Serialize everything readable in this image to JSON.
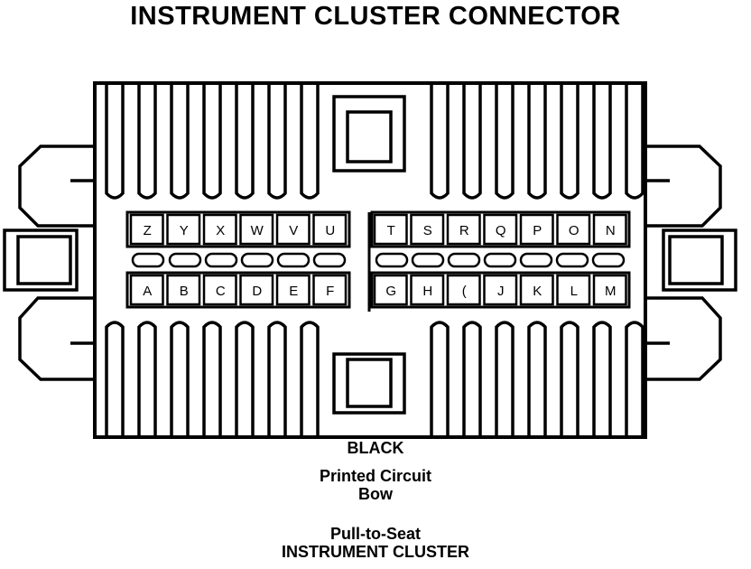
{
  "title": "INSTRUMENT CLUSTER CONNECTOR",
  "pins": {
    "top_left": [
      "Z",
      "Y",
      "X",
      "W",
      "V",
      "U"
    ],
    "top_right": [
      "T",
      "S",
      "R",
      "Q",
      "P",
      "O",
      "N"
    ],
    "bottom_left": [
      "A",
      "B",
      "C",
      "D",
      "E",
      "F"
    ],
    "bottom_right": [
      "G",
      "H",
      "(",
      "J",
      "K",
      "L",
      "M"
    ]
  },
  "captions": {
    "color": "BLACK",
    "pcb_line1": "Printed Circuit",
    "pcb_line2": "Bow",
    "pull_line1": "Pull-to-Seat",
    "pull_line2": "INSTRUMENT CLUSTER"
  }
}
